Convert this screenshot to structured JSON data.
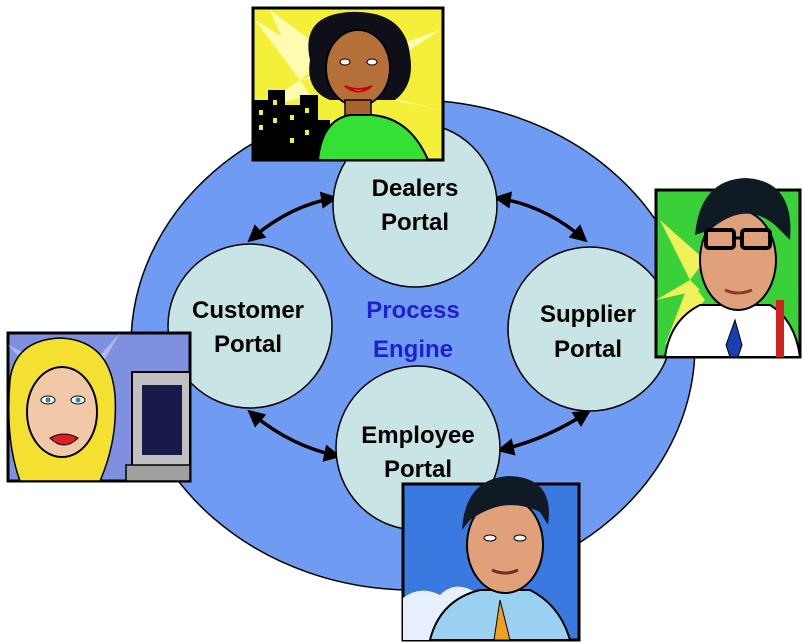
{
  "diagram": {
    "center": {
      "line1": "Process",
      "line2": "Engine"
    },
    "portals": {
      "dealers": {
        "line1": "Dealers",
        "line2": "Portal"
      },
      "customer": {
        "line1": "Customer",
        "line2": "Portal"
      },
      "supplier": {
        "line1": "Supplier",
        "line2": "Portal"
      },
      "employee": {
        "line1": "Employee",
        "line2": "Portal"
      }
    },
    "colors": {
      "background_ellipse": "#6f9cf2",
      "portal_circle": "#c8e4e4",
      "center_text": "#1f1fd0",
      "outline": "#000000"
    }
  },
  "illustrations": [
    {
      "icon": "woman-with-city-skyline-icon",
      "near": "dealers"
    },
    {
      "icon": "man-with-glasses-icon",
      "near": "supplier"
    },
    {
      "icon": "woman-at-computer-icon",
      "near": "customer"
    },
    {
      "icon": "man-with-tie-sky-icon",
      "near": "employee"
    }
  ]
}
